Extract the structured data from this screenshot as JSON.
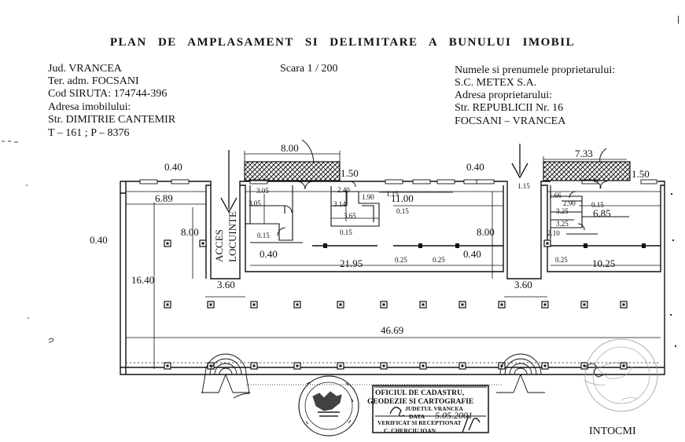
{
  "title": "PLAN DE AMPLASAMENT SI DELIMITARE A BUNULUI IMOBIL",
  "left_info": {
    "county": "Jud. VRANCEA",
    "territory": "Ter. adm. FOCSANI",
    "siruta": "Cod SIRUTA: 174744-396",
    "address_label": "Adresa imobilului:",
    "street": "Str. DIMITRIE CANTEMIR",
    "parcel": "T – 161 ; P – 8376"
  },
  "scale": "Scara 1 / 200",
  "right_info": {
    "owner_label": "Numele si prenumele proprietarului:",
    "owner": "S.C. METEX S.A.",
    "owner_address_label": "Adresa proprietarului:",
    "owner_street": "Str. REPUBLICII Nr. 16",
    "owner_city": "FOCSANI – VRANCEA"
  },
  "plan": {
    "access_label_1": "ACCES",
    "access_label_2": "LOCUINTE",
    "dimensions": {
      "d_800_top": "8.00",
      "d_150_a": "1.50",
      "d_040_a": "0.40",
      "d_040_b": "0.40",
      "d_733": "7.33",
      "d_150_b": "1.50",
      "d_689": "6.89",
      "d_800_left": "8.00",
      "d_040_left": "0.40",
      "d_1640": "16.40",
      "d_360_a": "3.60",
      "d_305_a": "3.05",
      "d_305_b": "3.05",
      "d_240": "2.40",
      "d_190": "1.90",
      "d_314": "3.14",
      "d_365": "3.65",
      "d_015_a": "0.15",
      "d_015_b": "0.15",
      "d_015_c": "0.15",
      "d_115_a": "1.15",
      "d_1100": "11.00",
      "d_040_c": "0.40",
      "d_2195": "21.95",
      "d_025_a": "0.25",
      "d_025_b": "0.25",
      "d_040_d": "0.40",
      "d_800_mid": "8.00",
      "d_115_b": "1.15",
      "d_166": "1.66",
      "d_290": "2.90",
      "d_015_d": "0.15",
      "d_325_a": "3.25",
      "d_325_b": "3.25",
      "d_685": "6.85",
      "d_210": "2.10",
      "d_025_c": "0.25",
      "d_1025": "10.25",
      "d_360_b": "3.60",
      "d_4669": "46.69"
    }
  },
  "stamp": {
    "line1": "OFICIUL DE CADASTRU,",
    "line2": "GEODEZIE SI CARTOGRAFIE",
    "line3": "JUDETUL VRANCEA",
    "line4": "DATA",
    "line5": "VERIFICAT SI RECEPTIONAT",
    "line6": "C. CHERCIU IOAN",
    "date_handwritten": "5.05.2001"
  },
  "footer_text": "INTOCMI"
}
